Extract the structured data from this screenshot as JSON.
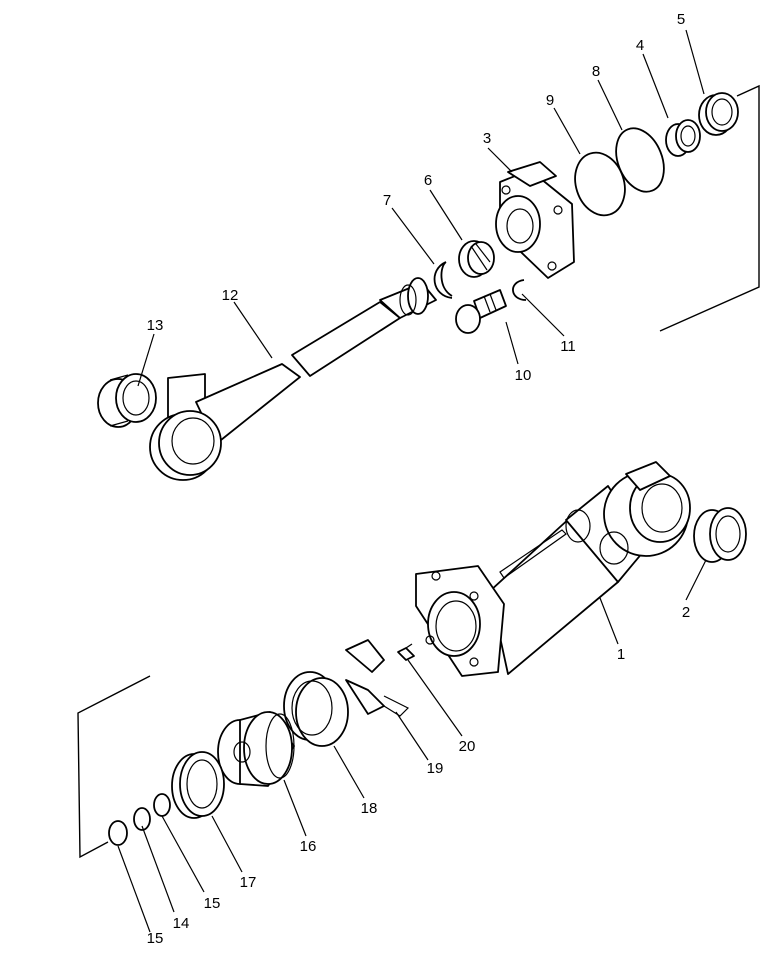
{
  "callouts": {
    "c1": "1",
    "c2": "2",
    "c3": "3",
    "c4": "4",
    "c5": "5",
    "c6": "6",
    "c7": "7",
    "c8": "8",
    "c9": "9",
    "c10": "10",
    "c11": "11",
    "c12": "12",
    "c13": "13",
    "c14": "14",
    "c15a": "15",
    "c15b": "15",
    "c16": "16",
    "c17": "17",
    "c18": "18",
    "c19": "19",
    "c20": "20"
  }
}
